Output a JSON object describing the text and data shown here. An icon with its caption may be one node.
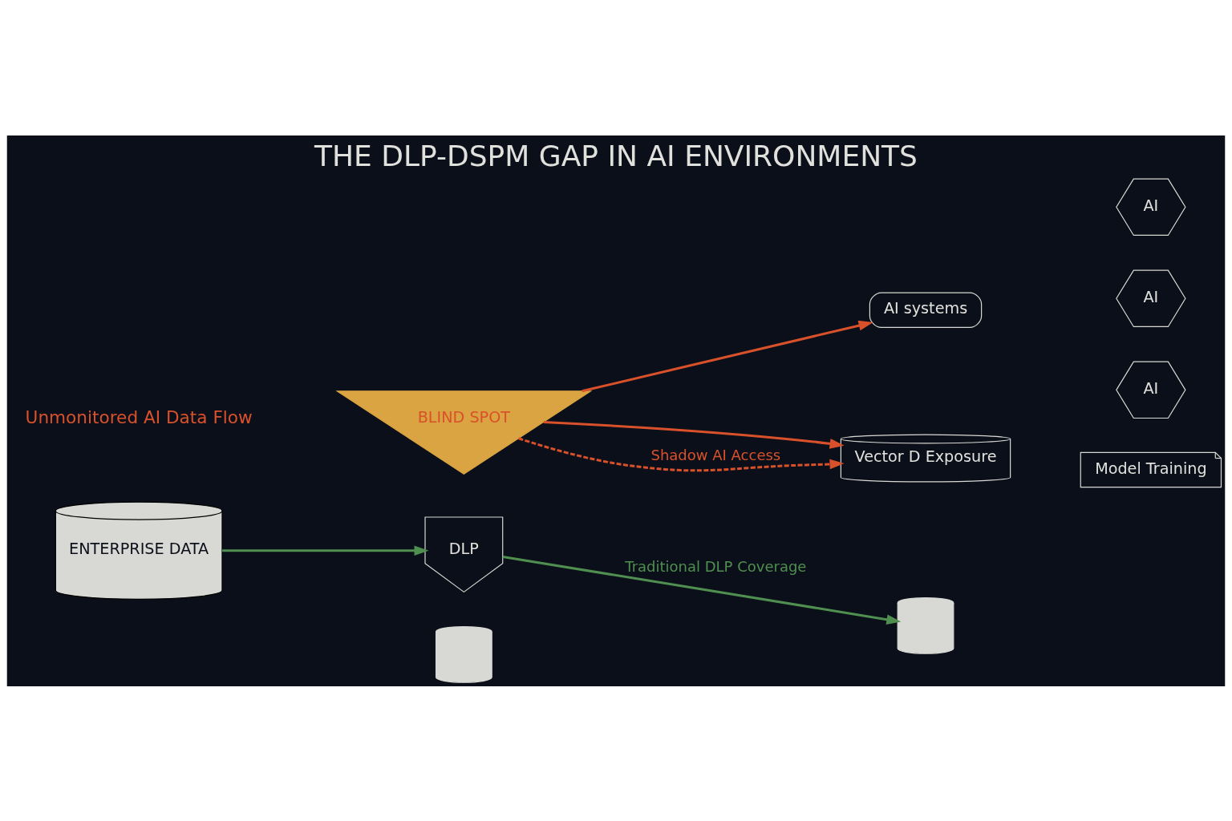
{
  "diagram": {
    "title": "THE DLP-DSPM GAP IN AI ENVIRONMENTS",
    "nodes": [
      {
        "text": [
          "ENTERPRISE DATA"
        ]
      },
      {
        "text": [
          "DLP"
        ]
      },
      {
        "text": [],
        "shape": "cylinder"
      },
      {
        "text": [],
        "shape": "cylinder"
      },
      {
        "text": [
          "BLIND SPOT"
        ]
      },
      {
        "text": [
          "AI systems"
        ]
      },
      {
        "text": [
          "AI"
        ]
      },
      {
        "text": [
          "AI"
        ]
      },
      {
        "text": [
          "AI"
        ]
      },
      {
        "text": [
          "Vector D Exposure"
        ]
      },
      {
        "text": [
          "Model Training"
        ]
      }
    ],
    "edges": [
      {
        "from": 0,
        "to": 1,
        "arrow": "to",
        "color": "#4f8f4f"
      },
      {
        "from": 1,
        "to": 3,
        "arrow": "to",
        "label": "Traditional DLP Coverage",
        "color": "#4f8f4f"
      },
      {
        "from": 4,
        "to": 5,
        "arrow": "to"
      },
      {
        "from": 4,
        "to": 9,
        "arrow": "to"
      },
      {
        "from": 4,
        "to": 9,
        "arrow": "to",
        "label": "Shadow AI Access",
        "style": "dashed"
      }
    ],
    "labels": [
      "Unmonitored AI Data Flow"
    ]
  }
}
